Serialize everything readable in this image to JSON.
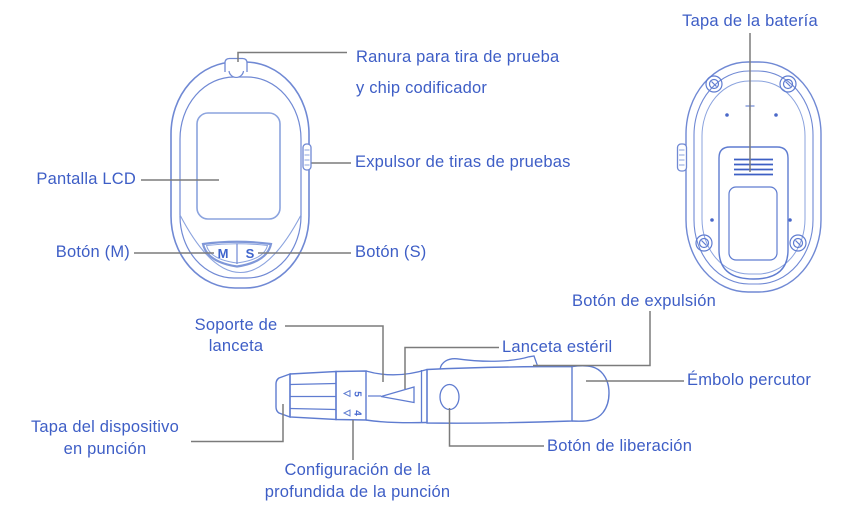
{
  "colors": {
    "device_outline": "#7089d4",
    "device_outline_light": "#8ba3de",
    "label_text": "#3e5ec6",
    "leader_line": "#7b7b7b"
  },
  "front_meter": {
    "labels": {
      "ranura_line1": "Ranura para tira de prueba",
      "ranura_line2": "y chip codificador",
      "pantalla": "Pantalla LCD",
      "expulsor": "Expulsor de tiras de pruebas",
      "boton_m": "Botón (M)",
      "boton_s": "Botón (S)"
    },
    "buttons": {
      "m": "M",
      "s": "S"
    }
  },
  "back_meter": {
    "labels": {
      "tapa_bateria": "Tapa de la batería"
    }
  },
  "lancing_device": {
    "labels": {
      "soporte_line1": "Soporte de",
      "soporte_line2": "lanceta",
      "boton_expulsion": "Botón de expulsión",
      "lanceta_esteril": "Lanceta estéril",
      "embolo": "Émbolo percutor",
      "boton_liberacion": "Botón de liberación",
      "tapa_line1": "Tapa del dispositivo",
      "tapa_line2": "en punción",
      "config_line1": "Configuración de la",
      "config_line2": "profundida de la punción"
    },
    "depth_settings": {
      "number_top": "5",
      "number_bottom": "4"
    }
  }
}
